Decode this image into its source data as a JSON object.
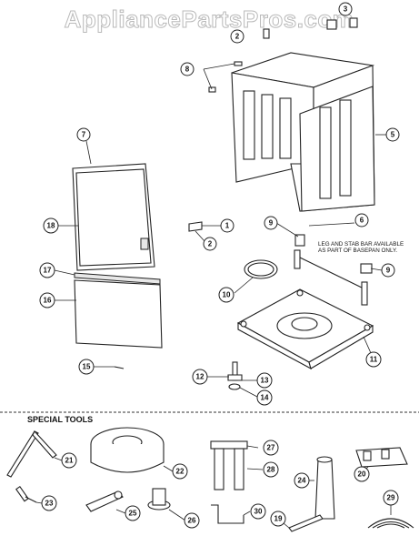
{
  "watermark": "AppliancePartsPros.com",
  "note": {
    "line1": "LEG AND STAB BAR AVAILABLE",
    "line2": "AS PART OF BASEPAN ONLY."
  },
  "special_tools_heading": "SPECIAL TOOLS",
  "callouts": {
    "c1": "1",
    "c2a": "2",
    "c2b": "2",
    "c3": "3",
    "c5": "5",
    "c6": "6",
    "c7": "7",
    "c8": "8",
    "c9a": "9",
    "c9b": "9",
    "c10": "10",
    "c11": "11",
    "c12": "12",
    "c13": "13",
    "c14": "14",
    "c15": "15",
    "c16": "16",
    "c17": "17",
    "c18": "18",
    "c19": "19",
    "c20": "20",
    "c21": "21",
    "c22": "22",
    "c23": "23",
    "c24": "24",
    "c25": "25",
    "c26": "26",
    "c27": "27",
    "c28": "28",
    "c29": "29",
    "c30": "30"
  }
}
